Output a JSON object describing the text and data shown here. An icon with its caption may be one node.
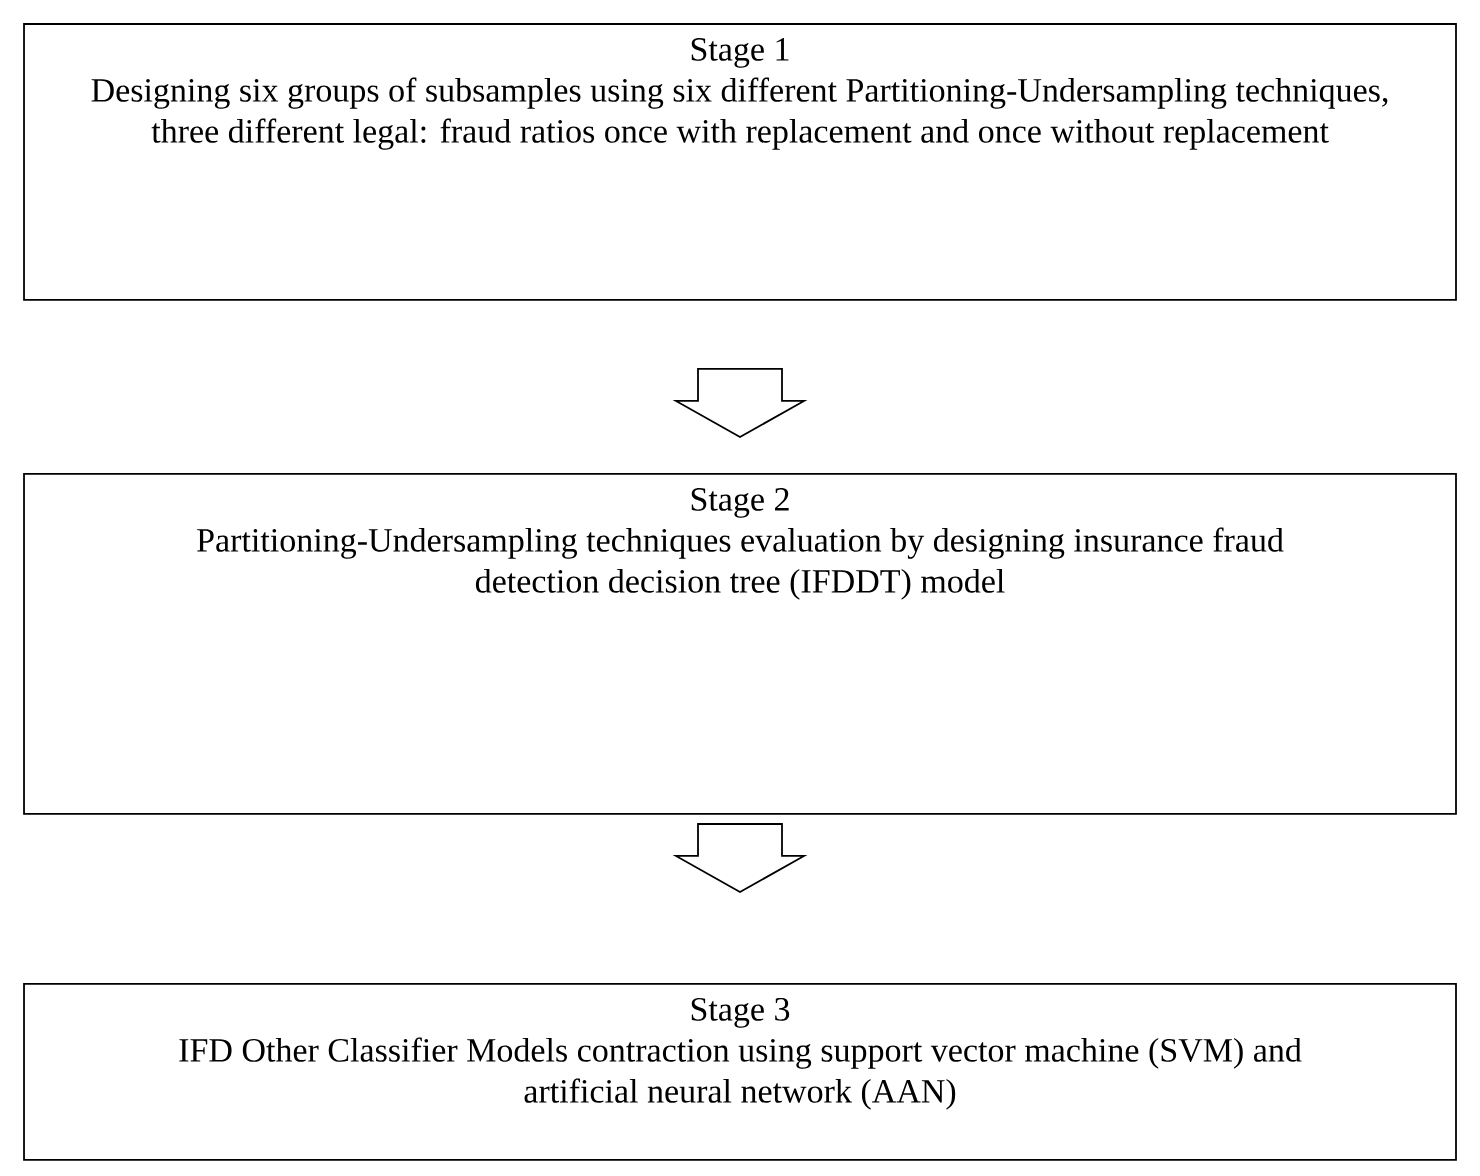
{
  "diagram": {
    "nodes": [
      {
        "text": [
          "Stage 1",
          "Designing six groups of subsamples using six different Partitioning-Undersampling techniques, three different legal: fraud ratios once with replacement and once without replacement"
        ]
      },
      {
        "text": [
          "Stage 2",
          "Partitioning-Undersampling techniques evaluation by designing insurance fraud detection decision tree (IFDDT) model"
        ]
      },
      {
        "text": [
          "Stage 3",
          "IFD Other Classifier Models contraction using support vector machine (SVM) and artificial neural network (AAN)"
        ]
      }
    ],
    "edges": [
      {
        "from": 0,
        "to": 1,
        "arrow": "to"
      },
      {
        "from": 1,
        "to": 2,
        "arrow": "to"
      }
    ]
  }
}
